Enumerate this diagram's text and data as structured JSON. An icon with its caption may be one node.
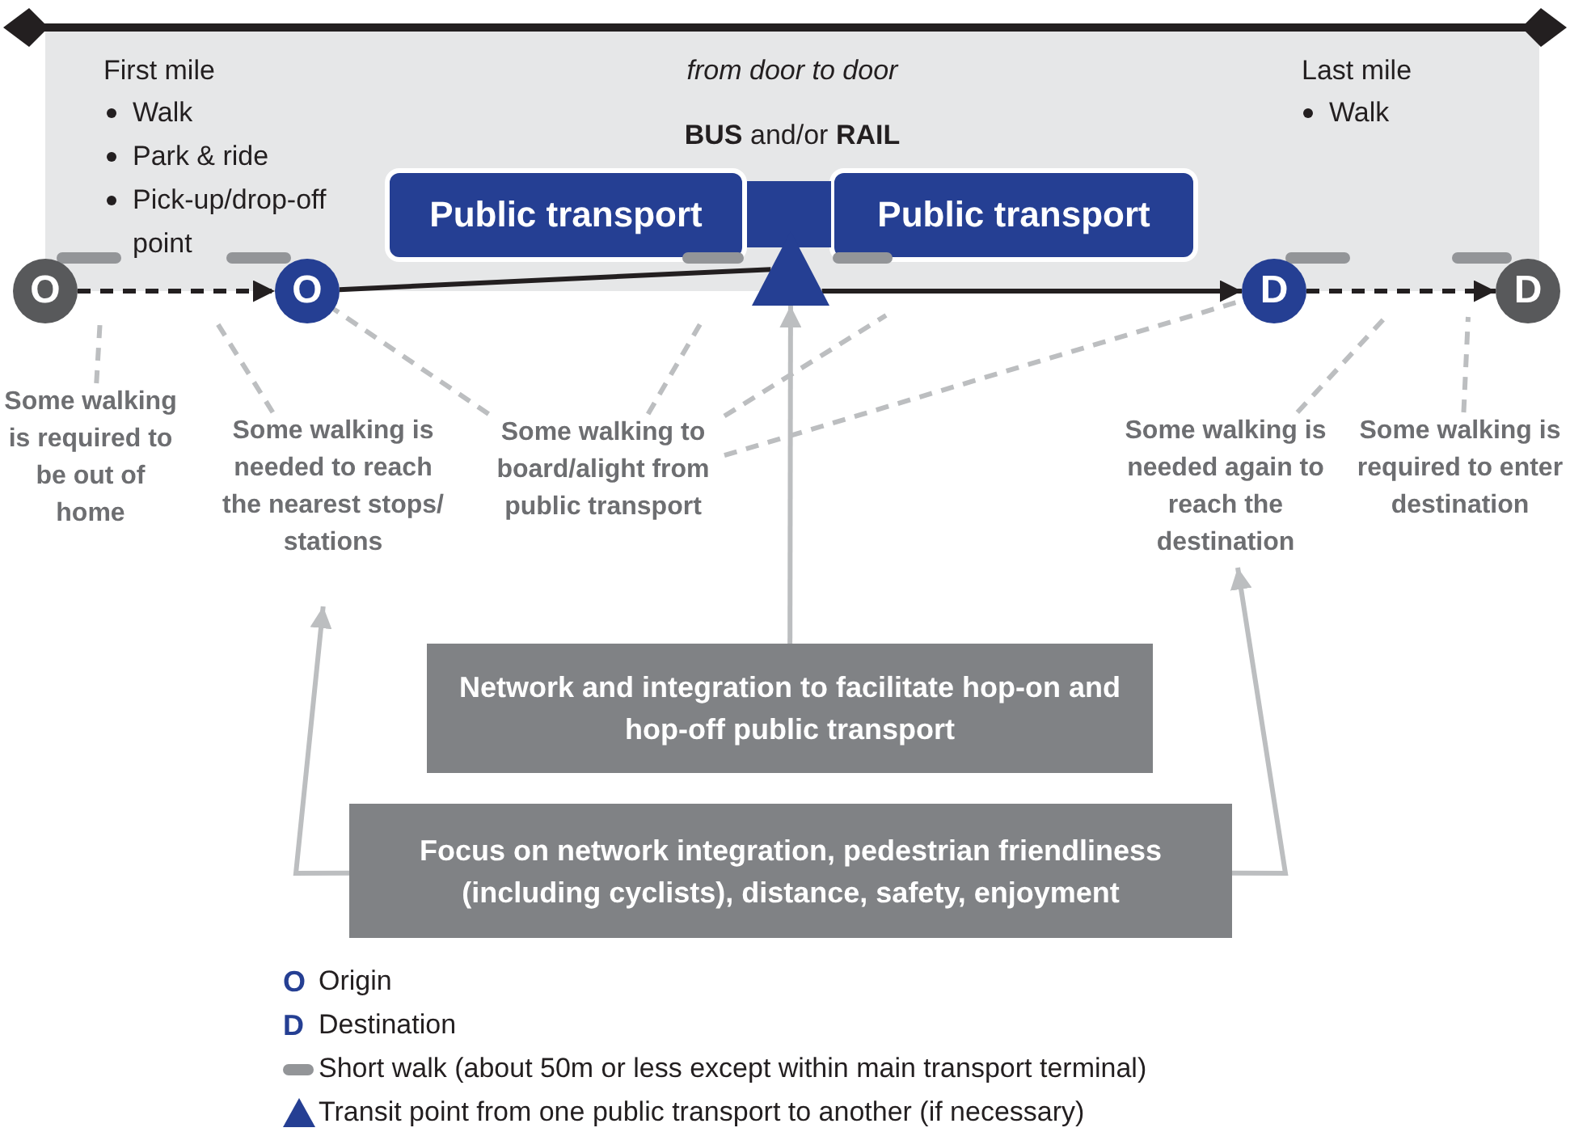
{
  "diagram": {
    "nodes": [
      {
        "text": [
          "First mile",
          "Walk",
          "Park & ride",
          "Pick-up/drop-off point",
          "from door to door",
          "**BUS** and/or **RAIL**",
          "Last mile",
          "Walk"
        ]
      },
      {
        "text": [
          "O"
        ]
      },
      {
        "text": [
          "O"
        ]
      },
      {
        "text": [
          "Public transport"
        ],
        "in": 0
      },
      {
        "text": [],
        "shape": "triangle"
      },
      {
        "text": [
          "Public transport"
        ],
        "in": 0
      },
      {
        "text": [
          "D"
        ]
      },
      {
        "text": [
          "D"
        ]
      },
      {
        "text": [
          "Some walking is required to be out of home"
        ]
      },
      {
        "text": [
          "Some walking is needed to reach the nearest stops/ stations"
        ]
      },
      {
        "text": [
          "Some walking to board/alight from public transport"
        ]
      },
      {
        "text": [
          "Some walking is needed again to reach the destination"
        ]
      },
      {
        "text": [
          "Some walking is required to enter destination"
        ]
      },
      {
        "text": [
          "Network and integration to facilitate hop-on and hop-off public transport"
        ]
      },
      {
        "text": [
          "Focus on network integration, pedestrian friendliness (including cyclists), distance, safety, enjoyment"
        ]
      }
    ],
    "edges": [
      {
        "from": 1,
        "to": 2,
        "arrow": "to",
        "style": "dashed",
        "color": "#231f20"
      },
      {
        "from": 2,
        "to": 4,
        "arrow": "none",
        "color": "#231f20"
      },
      {
        "from": 4,
        "to": 6,
        "arrow": "to",
        "color": "#231f20"
      },
      {
        "from": 6,
        "to": 7,
        "arrow": "to",
        "style": "dashed",
        "color": "#231f20"
      },
      {
        "from": 8,
        "to": null,
        "arrow": "none",
        "style": "dashed",
        "color": "#bcbec0"
      },
      {
        "from": 9,
        "to": null,
        "arrow": "none",
        "style": "dashed",
        "color": "#bcbec0"
      },
      {
        "from": 10,
        "to": 2,
        "arrow": "none",
        "style": "dashed",
        "color": "#bcbec0"
      },
      {
        "from": 10,
        "to": null,
        "arrow": "none",
        "style": "dashed",
        "color": "#bcbec0"
      },
      {
        "from": 10,
        "to": null,
        "arrow": "none",
        "style": "dashed",
        "color": "#bcbec0"
      },
      {
        "from": 10,
        "to": 6,
        "arrow": "none",
        "style": "dashed",
        "color": "#bcbec0"
      },
      {
        "from": 11,
        "to": null,
        "arrow": "none",
        "style": "dashed",
        "color": "#bcbec0"
      },
      {
        "from": 12,
        "to": null,
        "arrow": "none",
        "style": "dashed",
        "color": "#bcbec0"
      },
      {
        "from": 13,
        "to": 4,
        "arrow": "to",
        "color": "#bcbec0"
      },
      {
        "from": 14,
        "to": 9,
        "arrow": "to",
        "color": "#bcbec0"
      },
      {
        "from": 14,
        "to": 11,
        "arrow": "to",
        "color": "#bcbec0"
      }
    ],
    "labels": [
      "O",
      "D"
    ],
    "legend": [
      {
        "text": "Origin"
      },
      {
        "text": "Destination"
      },
      {
        "text": "Short walk (about 50m or less except within main transport terminal)"
      },
      {
        "text": "Transit point from one public transport to another (if necessary)"
      }
    ]
  }
}
